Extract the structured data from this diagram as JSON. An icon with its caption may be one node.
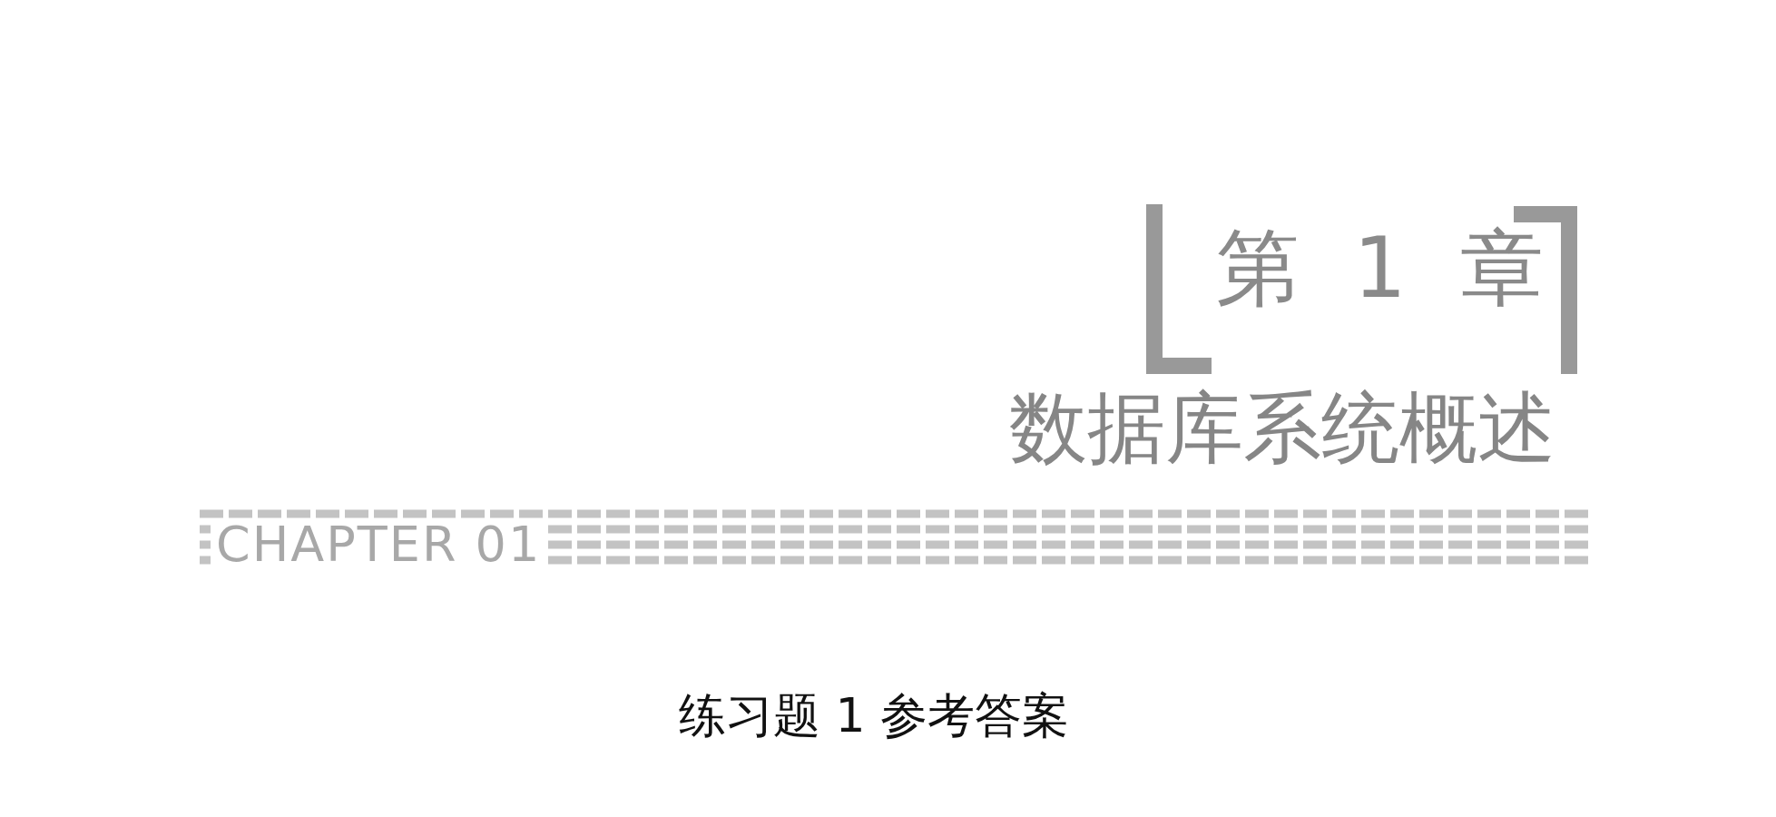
{
  "diagram": {
    "labels": [
      "第 1 章",
      "数据库系统概述",
      "CHAPTER 01",
      "练习题 1 参考答案"
    ]
  }
}
